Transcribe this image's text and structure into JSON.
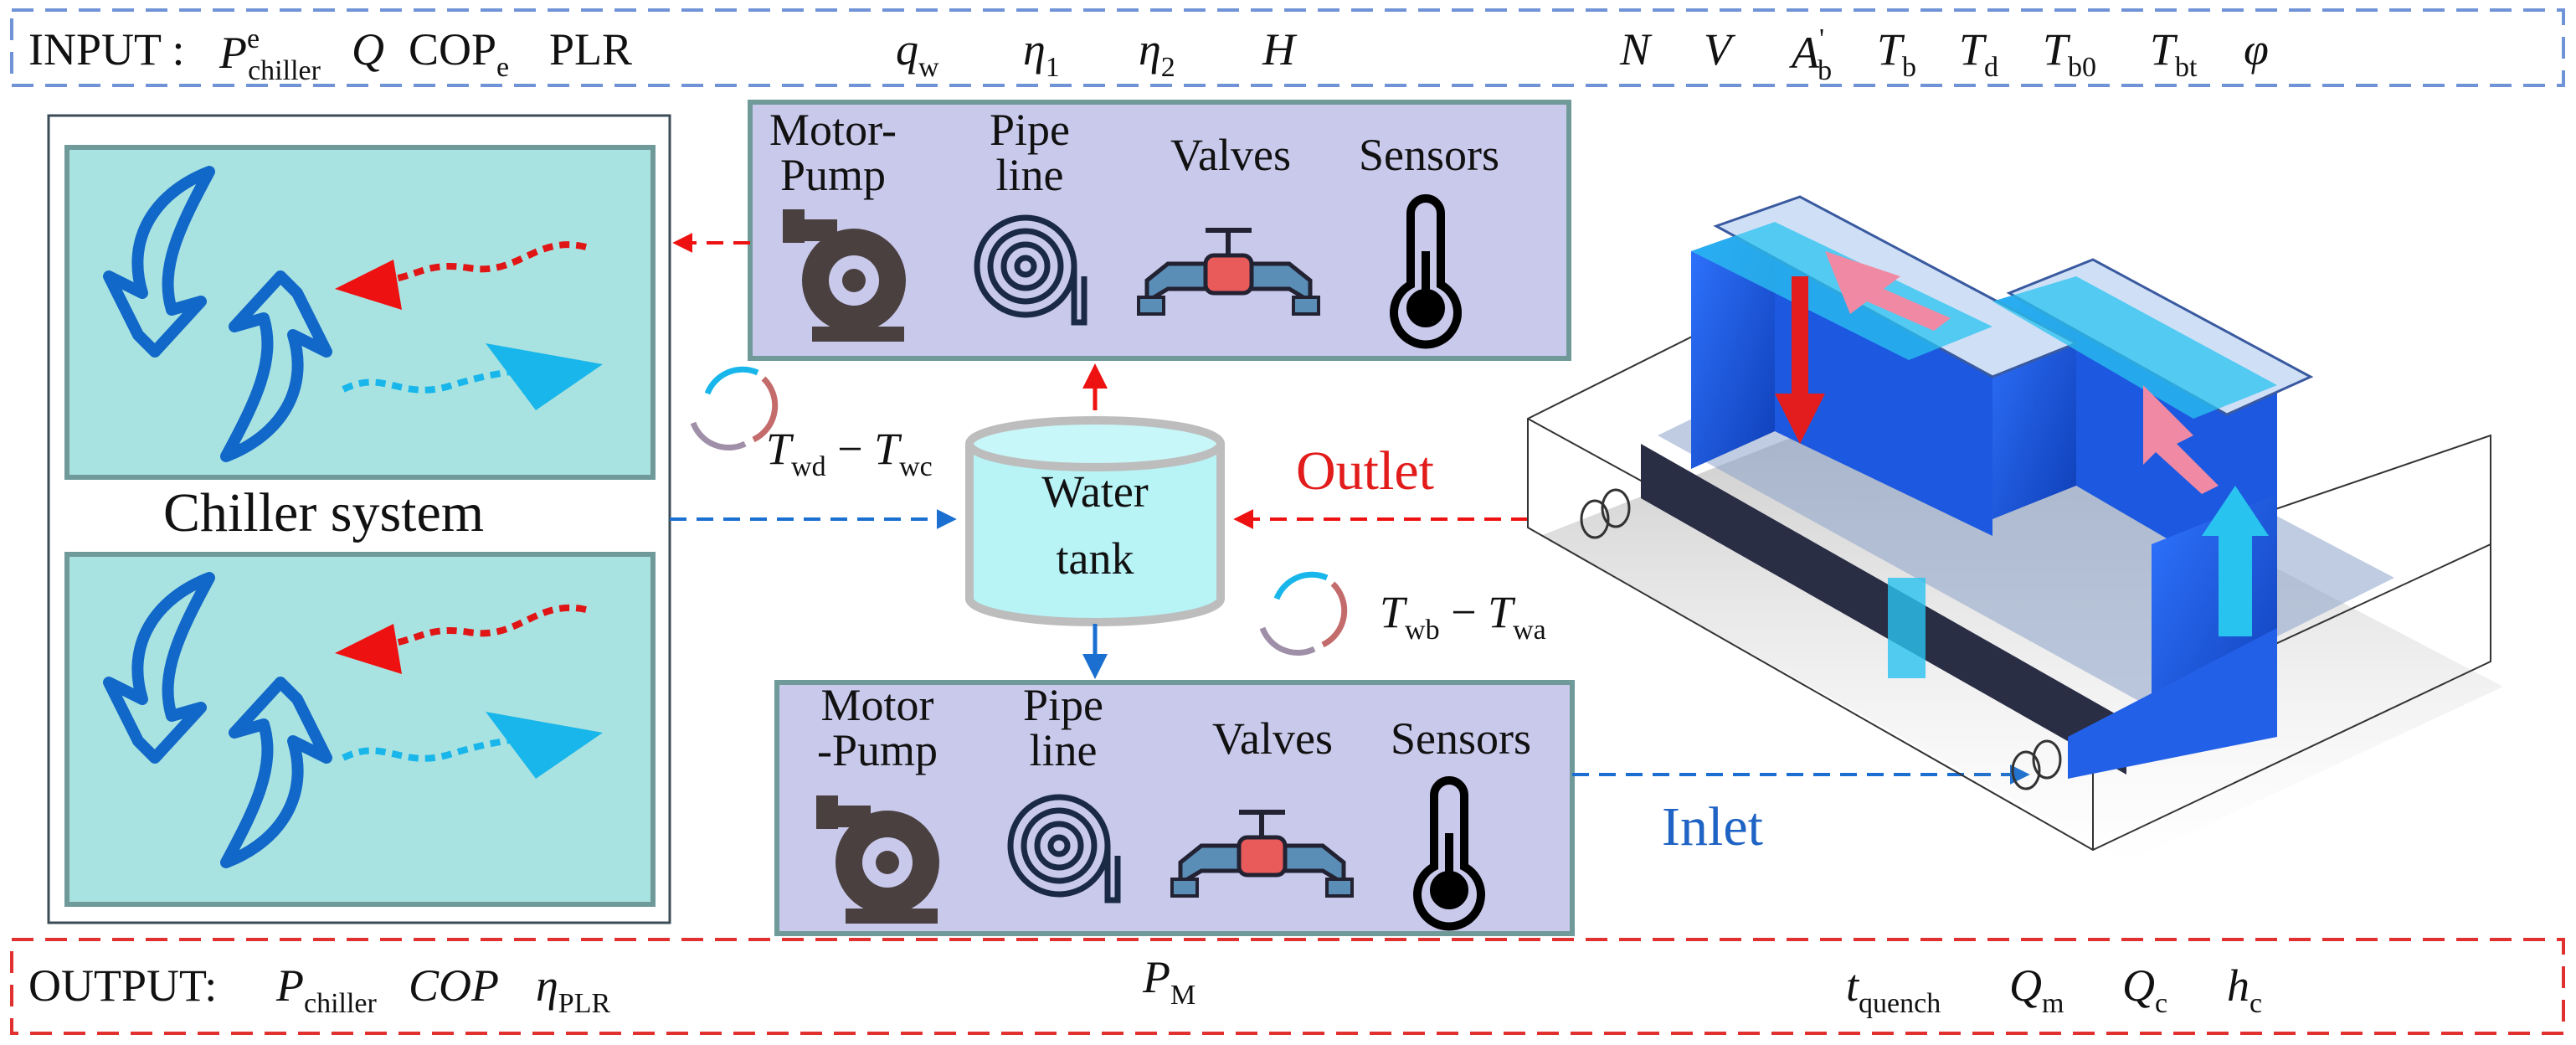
{
  "input_bar": {
    "prefix": "INPUT : ",
    "symbols": [
      {
        "base": "P",
        "sub": "chiller",
        "sup": "e"
      },
      {
        "base": "Q"
      },
      {
        "base": "COP",
        "sub": "e",
        "upright": true
      },
      {
        "base": "PLR",
        "upright": true
      },
      {
        "base": "q",
        "sub": "w"
      },
      {
        "base": "η",
        "sub": "1"
      },
      {
        "base": "η",
        "sub": "2"
      },
      {
        "base": "H"
      },
      {
        "base": "N"
      },
      {
        "base": "V"
      },
      {
        "base": "A",
        "sub": "b",
        "sup": "'"
      },
      {
        "base": "T",
        "sub": "b"
      },
      {
        "base": "T",
        "sub": "d"
      },
      {
        "base": "T",
        "sub": "b0"
      },
      {
        "base": "T",
        "sub": "bt"
      },
      {
        "base": "φ"
      }
    ]
  },
  "output_bar": {
    "prefix": "OUTPUT: ",
    "symbols": [
      {
        "base": "P",
        "sub": "chiller"
      },
      {
        "base": "COP"
      },
      {
        "base": "η",
        "sub": "PLR"
      },
      {
        "base": "P",
        "sub": "M"
      },
      {
        "base": "t",
        "sub": "quench"
      },
      {
        "base": "Q",
        "sub": "m"
      },
      {
        "base": "Q",
        "sub": "c"
      },
      {
        "base": "h",
        "sub": "c"
      }
    ]
  },
  "chiller": {
    "label": "Chiller system"
  },
  "tank": {
    "line1": "Water",
    "line2": "tank"
  },
  "top_loop": {
    "components": [
      "Motor-\nPump",
      "Pipe\nline",
      "Valves",
      "Sensors"
    ]
  },
  "bottom_loop": {
    "components": [
      "Motor\n-Pump",
      "Pipe\nline",
      "Valves",
      "Sensors"
    ]
  },
  "temps": {
    "t1": {
      "a": "T",
      "a_sub": "wd",
      "b": "T",
      "b_sub": "wc"
    },
    "t2": {
      "a": "T",
      "a_sub": "wb",
      "b": "T",
      "b_sub": "wa"
    }
  },
  "flow_labels": {
    "outlet": "Outlet",
    "inlet": "Inlet"
  },
  "colors": {
    "input_border": "#6f93d6",
    "output_border": "#e03030",
    "chiller_fill": "#a9e3e1",
    "component_fill": "#c9c9ec",
    "tank_fill": "#b8f3f6",
    "red": "#ee1111",
    "blue": "#1a6fd0",
    "cyan": "#18b6ea",
    "outlet_text": "#e21b1b",
    "inlet_text": "#1f63c4"
  }
}
